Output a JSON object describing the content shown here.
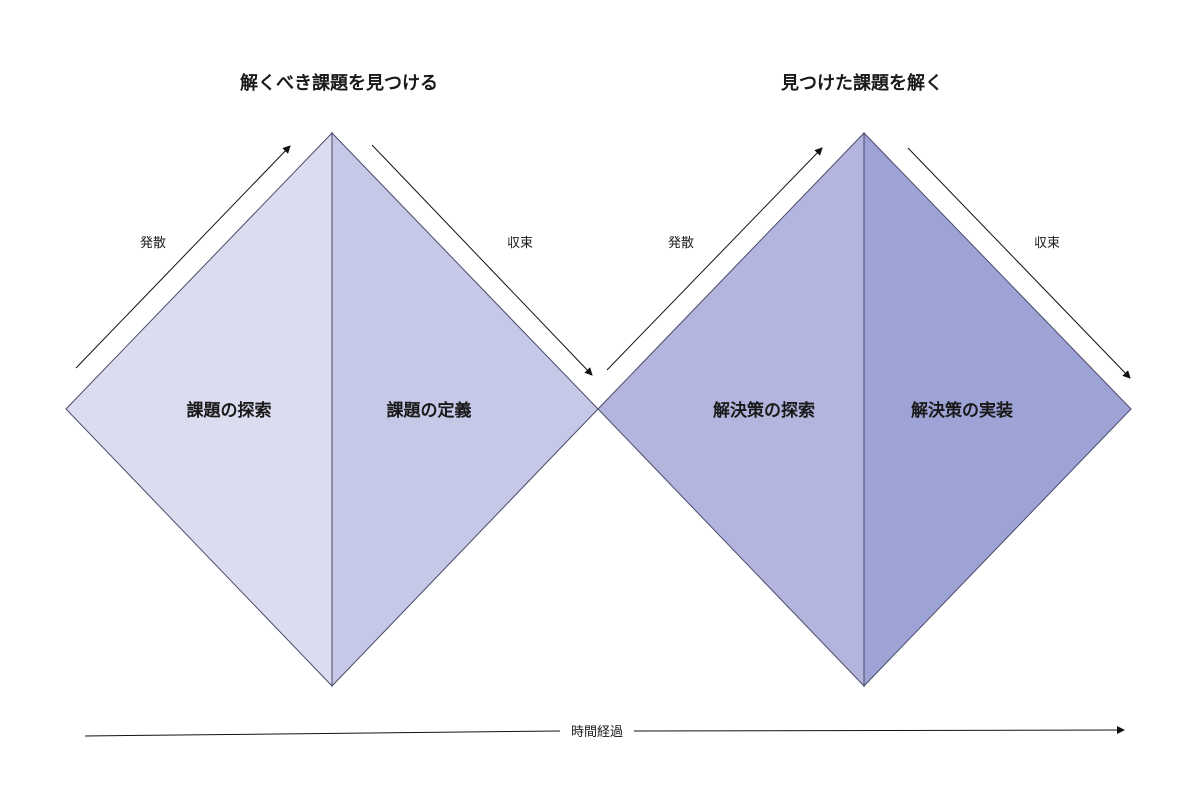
{
  "titles": {
    "left": "解くべき課題を見つける",
    "right": "見つけた課題を解く"
  },
  "sections": {
    "s1": "課題の探索",
    "s2": "課題の定義",
    "s3": "解決策の探索",
    "s4": "解決策の実装"
  },
  "phase_labels": {
    "diverge_1": "発散",
    "converge_1": "収束",
    "diverge_2": "発散",
    "converge_2": "収束"
  },
  "timeline": {
    "label": "時間経過"
  },
  "colors": {
    "s1_fill": "#dcdcf0",
    "s2_fill": "#c6c8e8",
    "s3_fill": "#b3b5de",
    "s4_fill": "#9ea3d6",
    "stroke": "#4a4a6a"
  }
}
